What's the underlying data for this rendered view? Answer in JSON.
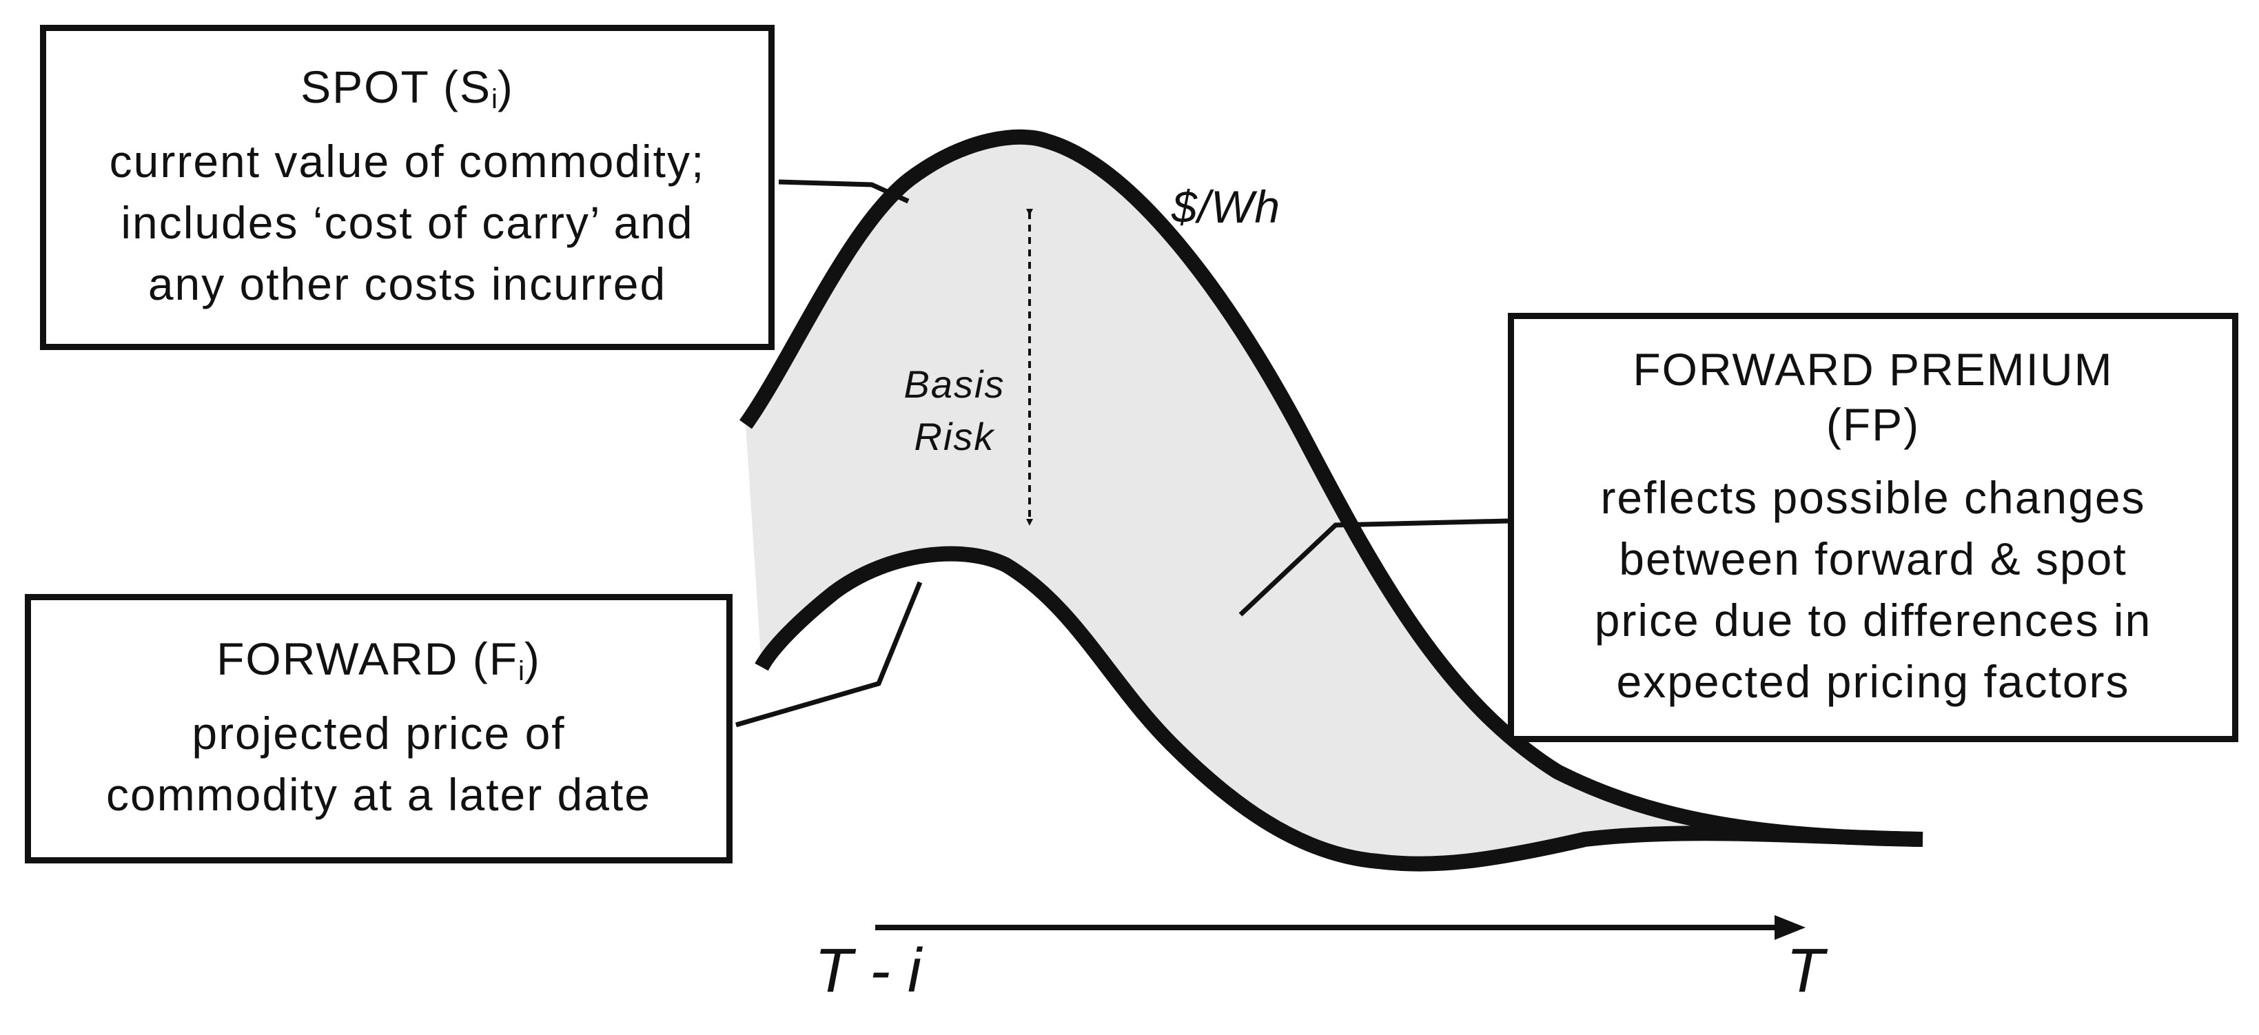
{
  "spot": {
    "title": "SPOT (S",
    "subscript": "i",
    "title_suffix": ")",
    "description_lines": [
      "current value of commodity;",
      "includes ‘cost of carry’ and",
      "any other costs incurred"
    ]
  },
  "forward": {
    "title": "FORWARD (F",
    "subscript": "i",
    "title_suffix": ")",
    "description_lines": [
      "projected price of",
      "commodity at a later date"
    ]
  },
  "forward_premium": {
    "title_lines": [
      "FORWARD PREMIUM",
      "(FP)"
    ],
    "description_lines": [
      "reflects possible changes",
      "between forward & spot",
      "price due to differences in",
      "expected pricing factors"
    ]
  },
  "unit_label": "$/Wh",
  "basis_risk_lines": [
    "Basis",
    "Risk"
  ],
  "axis": {
    "start_label": "T - i",
    "end_label": "T"
  },
  "colors": {
    "stroke": "#111111",
    "fill": "#e8e8e8",
    "background": "#ffffff"
  }
}
